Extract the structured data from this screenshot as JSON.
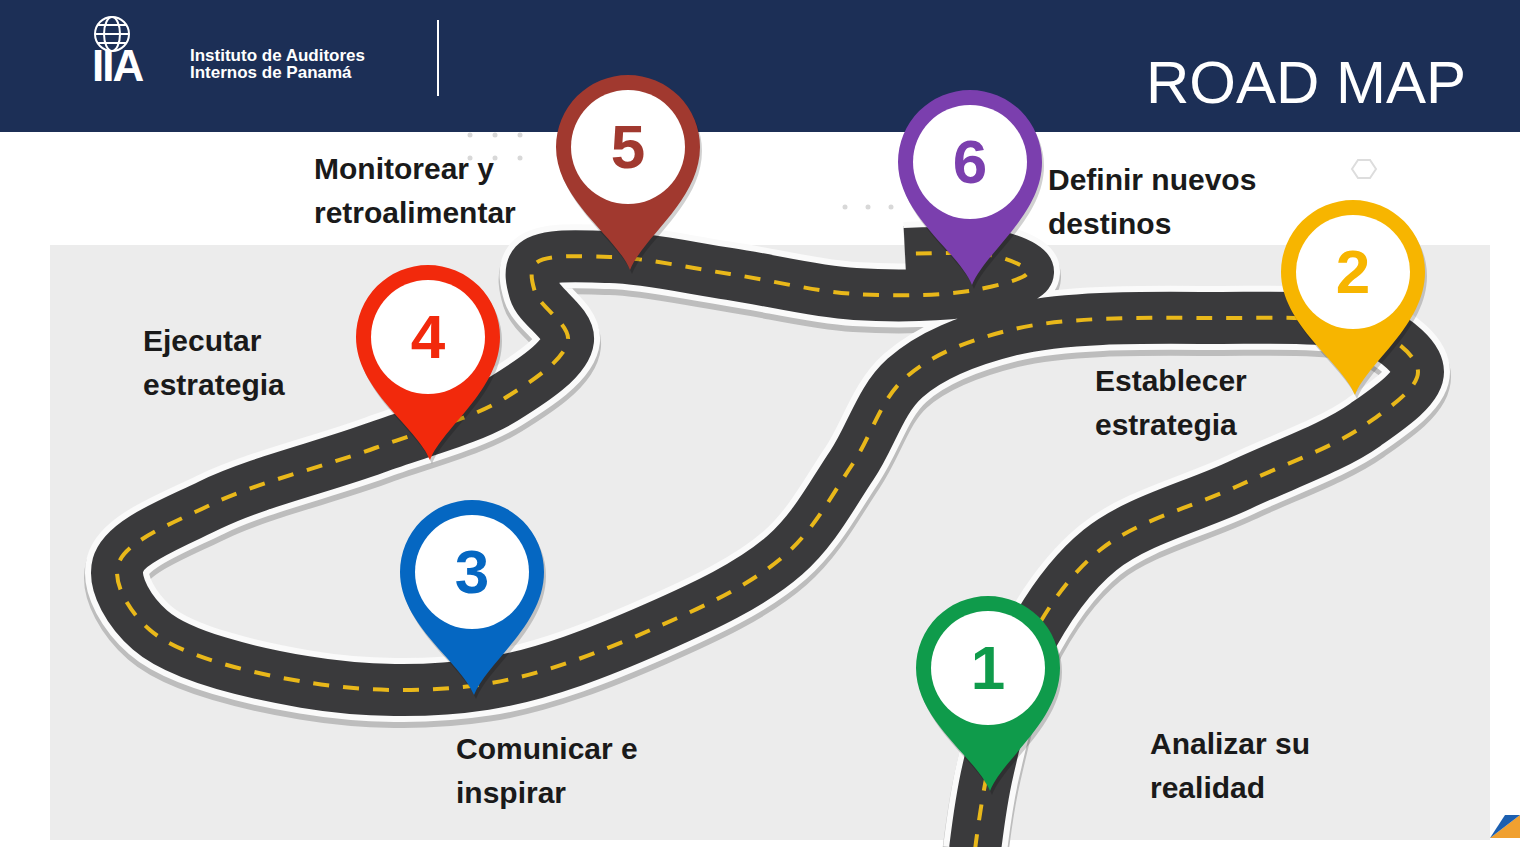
{
  "diagram": {
    "title": "ROAD MAP",
    "nodes": [
      {
        "text": [
          "1",
          "Analizar su realidad"
        ]
      },
      {
        "text": [
          "2",
          "Establecer estrategia"
        ]
      },
      {
        "text": [
          "3",
          "Comunicar e inspirar"
        ]
      },
      {
        "text": [
          "4",
          "Ejecutar estrategia"
        ]
      },
      {
        "text": [
          "5",
          "Monitorear y retroalimentar"
        ]
      },
      {
        "text": [
          "6",
          "Definir nuevos destinos"
        ]
      }
    ],
    "labels": [
      "IIA",
      "Instituto de Auditores Internos de Panamá"
    ]
  }
}
